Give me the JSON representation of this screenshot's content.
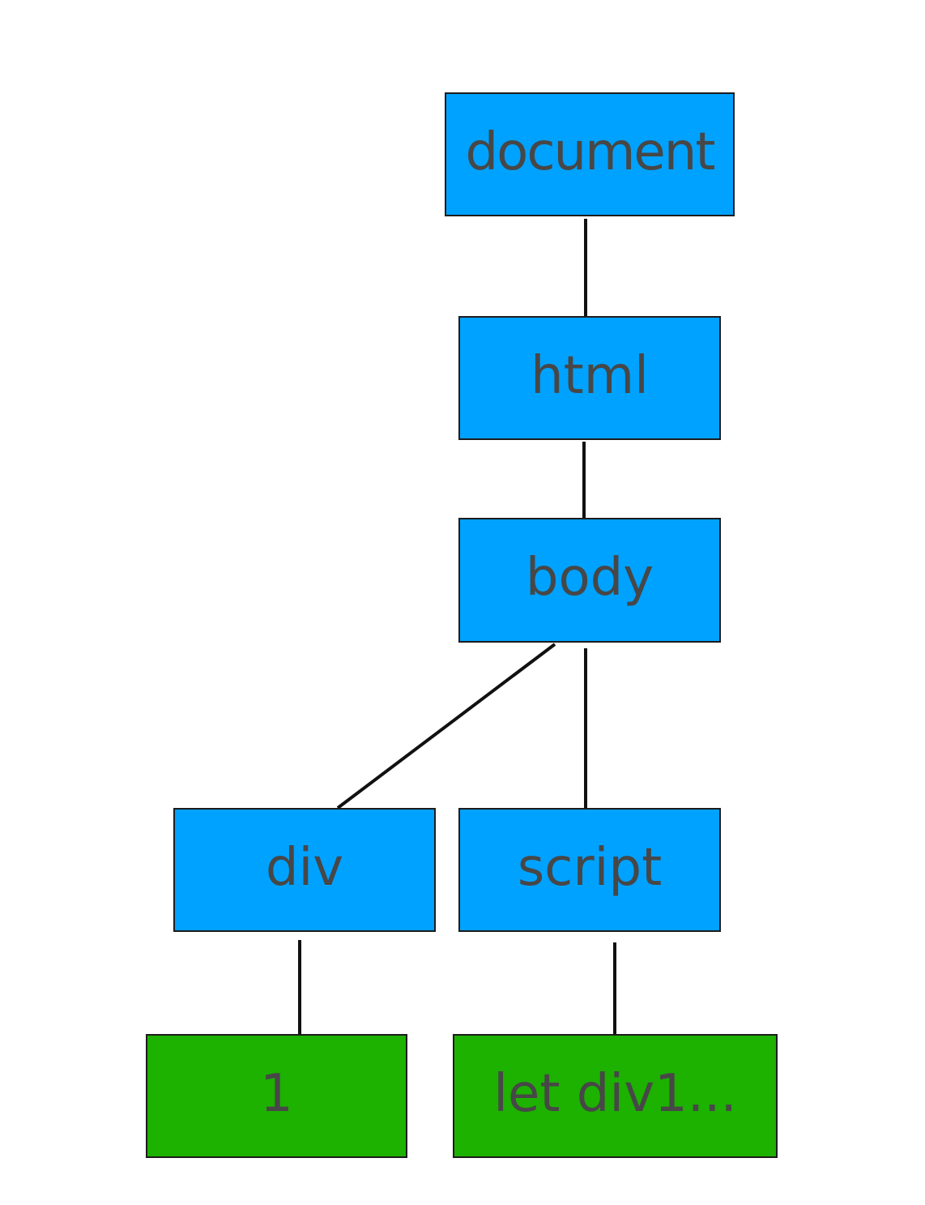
{
  "colors": {
    "element_fill": "#00a2ff",
    "text_fill": "#1db100",
    "label_color": "#474747",
    "border_color": "#1c1c1c",
    "edge_color": "#111111"
  },
  "nodes": {
    "document": {
      "label": "document",
      "kind": "element"
    },
    "html": {
      "label": "html",
      "kind": "element"
    },
    "body": {
      "label": "body",
      "kind": "element"
    },
    "div": {
      "label": "div",
      "kind": "element"
    },
    "script": {
      "label": "script",
      "kind": "element"
    },
    "text1": {
      "label": "1",
      "kind": "text"
    },
    "text2": {
      "label": "let div1...",
      "kind": "text"
    }
  },
  "edges": [
    {
      "from": "document",
      "to": "html"
    },
    {
      "from": "html",
      "to": "body"
    },
    {
      "from": "body",
      "to": "div"
    },
    {
      "from": "body",
      "to": "script"
    },
    {
      "from": "div",
      "to": "text1"
    },
    {
      "from": "script",
      "to": "text2"
    }
  ]
}
